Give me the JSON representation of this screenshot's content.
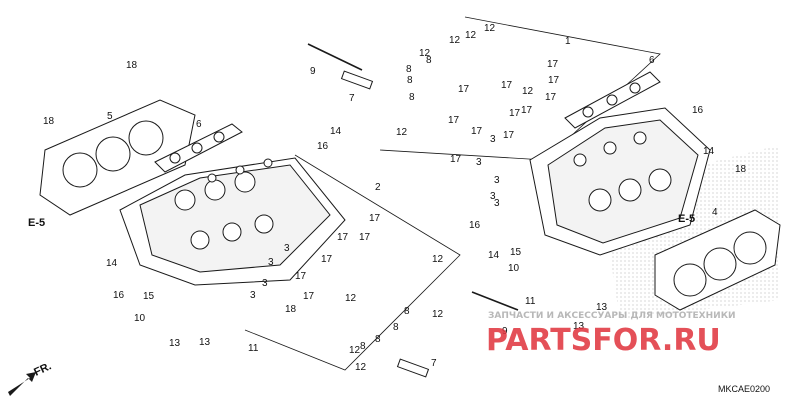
{
  "diagram_code": "MKCAE0200",
  "front_indicator": "FR.",
  "reference_labels": [
    "E-5",
    "E-5"
  ],
  "watermark": {
    "top": "ЗАПЧАСТИ И АКСЕССУАРЫ ДЛЯ МОТОТЕХНИКИ",
    "brand": "PARTSFOR.RU"
  },
  "callouts": [
    "1",
    "2",
    "3",
    "3",
    "3",
    "3",
    "3",
    "3",
    "3",
    "3",
    "3",
    "4",
    "5",
    "6",
    "6",
    "7",
    "7",
    "8",
    "8",
    "8",
    "8",
    "8",
    "8",
    "8",
    "8",
    "9",
    "9",
    "10",
    "10",
    "11",
    "11",
    "12",
    "12",
    "12",
    "12",
    "12",
    "12",
    "12",
    "12",
    "12",
    "12",
    "12",
    "13",
    "13",
    "13",
    "13",
    "14",
    "14",
    "14",
    "14",
    "15",
    "15",
    "16",
    "16",
    "16",
    "16",
    "17",
    "17",
    "17",
    "17",
    "17",
    "17",
    "17",
    "17",
    "17",
    "17",
    "17",
    "17",
    "17",
    "17",
    "17",
    "17",
    "17",
    "18",
    "18",
    "18",
    "18"
  ],
  "colors": {
    "line": "#1a1a1a",
    "watermark_red": "#e0323c",
    "watermark_grey": "#b8b8b8",
    "dots": "#bdbdbd"
  }
}
